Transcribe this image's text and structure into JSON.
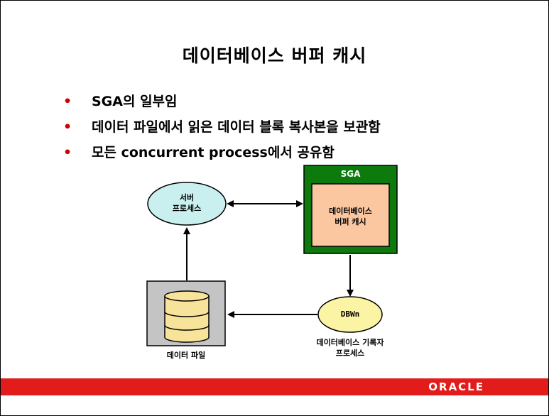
{
  "slide": {
    "title": "데이터베이스 버퍼 캐시",
    "bullets": [
      "SGA의 일부임",
      "데이터 파일에서 읽은 데이터 블록 복사본을 보관함",
      "모든 concurrent process에서 공유함"
    ],
    "bullet_symbol": "•"
  },
  "diagram": {
    "server_process": [
      "서버",
      "프로세스"
    ],
    "sga_label": "SGA",
    "buffer_cache": [
      "데이터베이스",
      "버퍼 캐시"
    ],
    "dbwn_label": "DBWn",
    "dbwn_caption": [
      "데이터베이스 기록자",
      "프로세스"
    ],
    "datafile_caption": "데이터 파일"
  },
  "footer": {
    "logo_text": "ORACLE"
  },
  "colors": {
    "bullet": "#cc0000",
    "server_ellipse": "#c9f0ef",
    "dbwn_ellipse": "#fbf4a5",
    "sga_green": "#0d7a0d",
    "buffer_cache": "#fbc7a0",
    "datafile_box": "#c4c4c4",
    "cylinder": "#f7e39a",
    "footer_red": "#e21b1b"
  }
}
